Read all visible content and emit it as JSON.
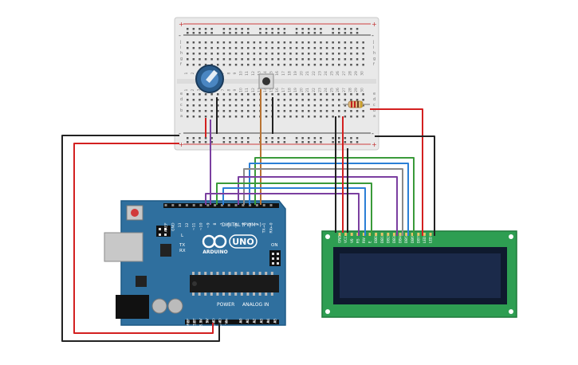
{
  "breadboard": {
    "row_letters_top": [
      "j",
      "i",
      "h",
      "g",
      "f"
    ],
    "row_letters_bottom": [
      "e",
      "d",
      "c",
      "b",
      "a"
    ],
    "column_numbers": [
      "1",
      "2",
      "3",
      "4",
      "5",
      "6",
      "7",
      "8",
      "9",
      "10",
      "11",
      "12",
      "13",
      "14",
      "15",
      "16",
      "17",
      "18",
      "19",
      "20",
      "21",
      "22",
      "23",
      "24",
      "25",
      "26",
      "27",
      "28",
      "29",
      "30"
    ],
    "rail_plus": "+",
    "rail_minus": "-"
  },
  "arduino": {
    "logo_text": "ARDUINO",
    "uno_text": "UNO",
    "digital_label": "DIGITAL (PWM~)",
    "analog_label": "ANALOG IN",
    "power_label": "POWER",
    "tx_label": "TX",
    "rx_label": "RX",
    "on_label": "ON",
    "l_label": "L",
    "digital_pins": [
      "AREF",
      "GND",
      "13",
      "12",
      "~11",
      "~10",
      "~9",
      "8",
      "7",
      "~6",
      "~5",
      "4",
      "~3",
      "2",
      "TX→1",
      "RX←0"
    ],
    "power_pins": [
      "IOREF",
      "RESET",
      "3.3V",
      "5V",
      "GND",
      "GND",
      "Vin"
    ],
    "analog_pins": [
      "A0",
      "A1",
      "A2",
      "A3",
      "A4",
      "A5"
    ]
  },
  "lcd": {
    "pins": [
      "GND",
      "VCC",
      "V0",
      "RS",
      "RW",
      "E",
      "DB0",
      "DB1",
      "DB2",
      "DB3",
      "DB4",
      "DB5",
      "DB6",
      "DB7",
      "LED",
      "LED"
    ]
  },
  "colors": {
    "breadboard": "#e9e9e9",
    "arduino": "#2f6f9e",
    "lcd_pcb": "#2e9e52",
    "lcd_screen": "#1b2a4a",
    "wire_red": "#d32020",
    "wire_black": "#222222",
    "wire_purple": "#7b3fa0",
    "wire_green": "#3a9a3a",
    "wire_blue": "#2b7fd6",
    "wire_gray": "#8a8a8a",
    "wire_brown": "#b87333"
  }
}
